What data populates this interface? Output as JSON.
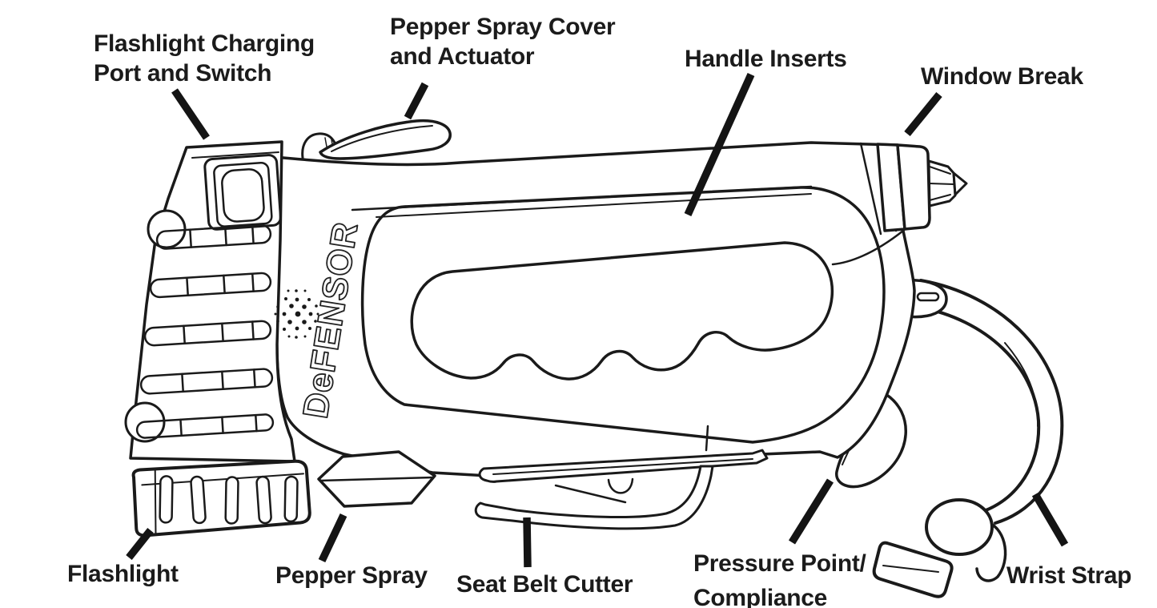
{
  "figure": {
    "title": "Defensor product feature diagram",
    "logo_text": "DeFENSOR",
    "line_color": "#1a1a1a",
    "label_color": "#1b1b1b",
    "background_color": "#ffffff",
    "labels": [
      {
        "id": "flashlight-charging-port-and-switch",
        "line1": "Flashlight Charging",
        "line2": "Port and Switch"
      },
      {
        "id": "pepper-spray-cover-and-actuator",
        "line1": "Pepper Spray Cover",
        "line2": "and Actuator"
      },
      {
        "id": "handle-inserts",
        "line1": "Handle Inserts"
      },
      {
        "id": "window-break",
        "line1": "Window Break"
      },
      {
        "id": "flashlight",
        "line1": "Flashlight"
      },
      {
        "id": "pepper-spray",
        "line1": "Pepper Spray"
      },
      {
        "id": "seat-belt-cutter",
        "line1": "Seat Belt Cutter"
      },
      {
        "id": "pressure-point-compliance",
        "line1": "Pressure Point/",
        "line2": "Compliance"
      },
      {
        "id": "wrist-strap",
        "line1": "Wrist Strap"
      }
    ]
  }
}
